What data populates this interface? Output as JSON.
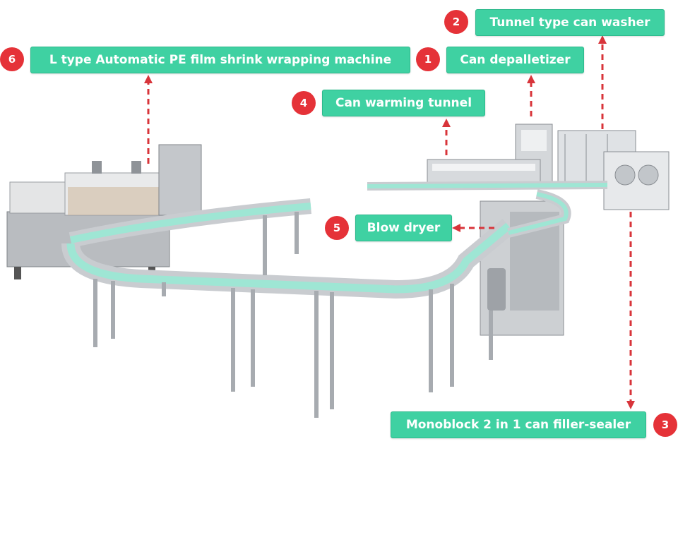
{
  "colors": {
    "label_fill": "#3fd1a2",
    "badge_fill": "#e53238",
    "arrow": "#d8343a",
    "belt": "#9ee6d4",
    "steel": "#c9ccd0"
  },
  "callouts": [
    {
      "number": "1",
      "text": "Can depalletizer"
    },
    {
      "number": "2",
      "text": "Tunnel type can washer"
    },
    {
      "number": "3",
      "text": "Monoblock 2 in 1 can filler-sealer"
    },
    {
      "number": "4",
      "text": "Can warming tunnel"
    },
    {
      "number": "5",
      "text": "Blow dryer"
    },
    {
      "number": "6",
      "text": "L type Automatic PE film shrink wrapping machine"
    }
  ]
}
